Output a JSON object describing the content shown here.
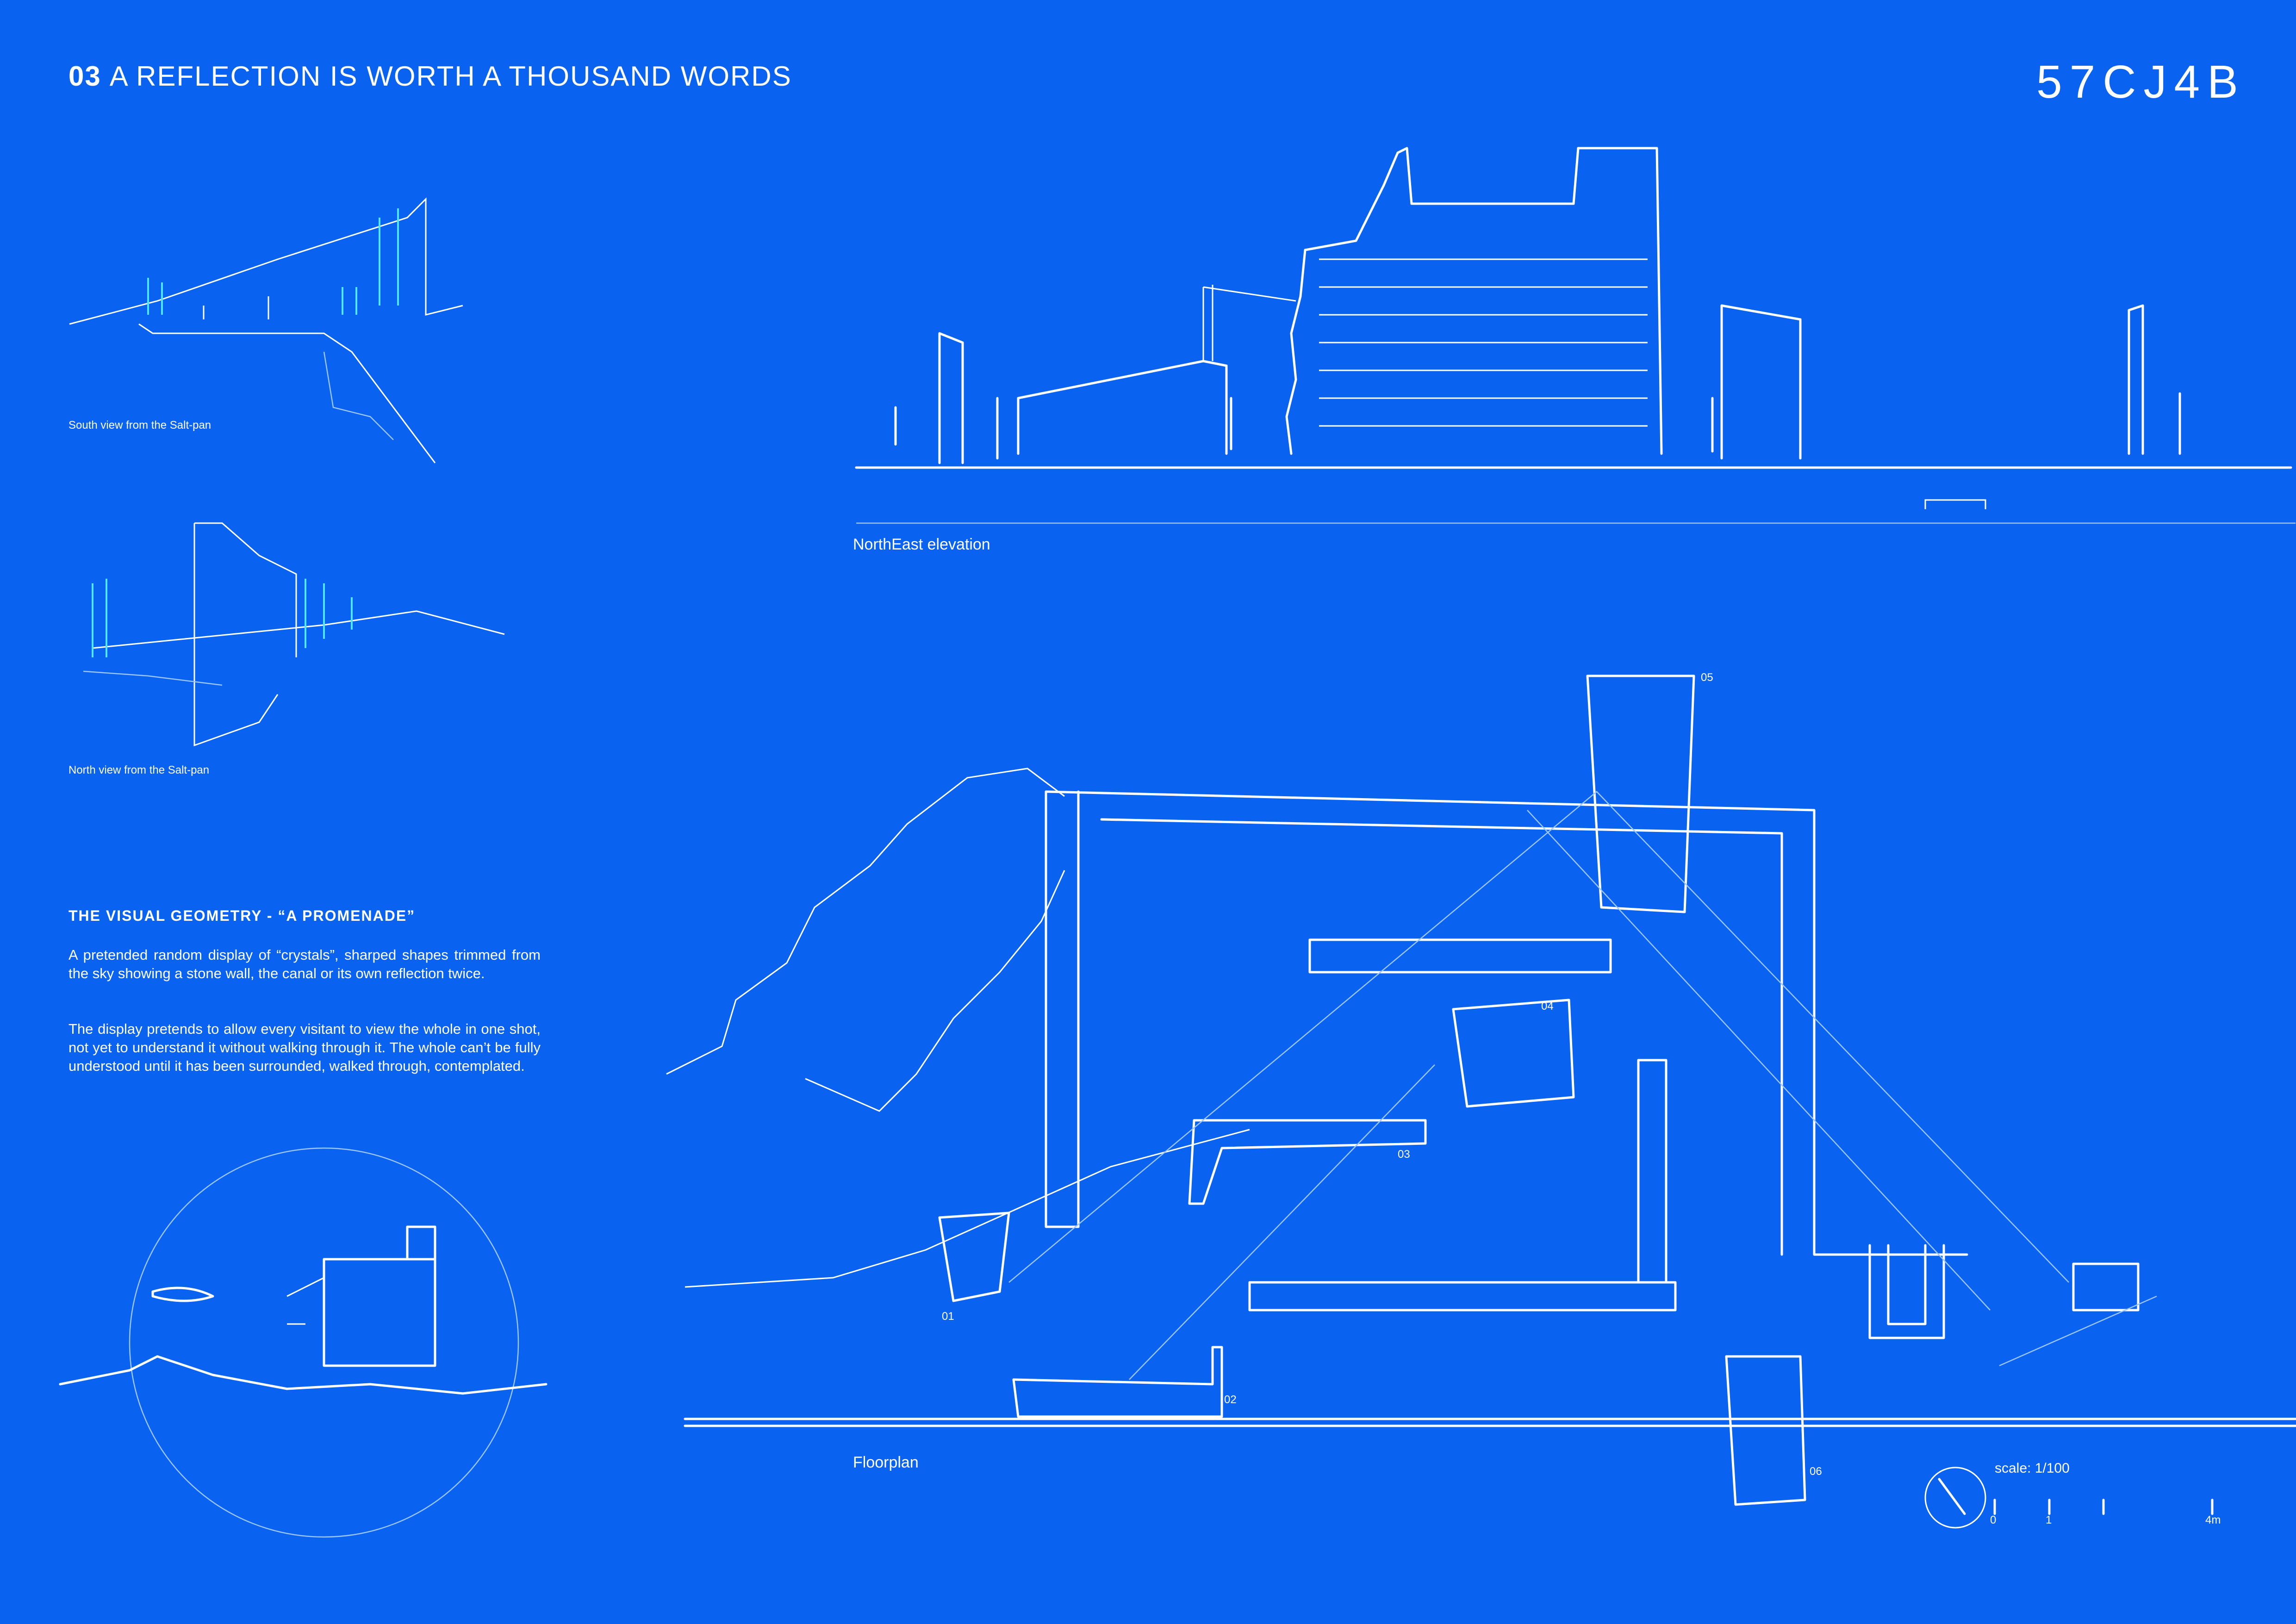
{
  "header": {
    "number": "03",
    "title": "A REFLECTION IS WORTH A THOUSAND WORDS",
    "code": "57CJ4B"
  },
  "sketches": {
    "south_caption": "South view from the Salt-pan",
    "north_caption": "North view from the Salt-pan"
  },
  "elevation": {
    "caption": "NorthEast elevation"
  },
  "floorplan": {
    "caption": "Floorplan",
    "labels": [
      "01",
      "02",
      "03",
      "04",
      "05",
      "06"
    ]
  },
  "text": {
    "heading": "THE VISUAL GEOMETRY - “A PROMENADE”",
    "para1": "A pretended random display of “crystals”, sharped shapes trimmed from the sky showing a stone wall, the canal or its own reflection twice.",
    "para2": "The display pretends to allow every visitant to view the whole in one shot, not yet to understand it without walking through it. The whole can’t be fully understood until it has been surrounded, walked through, contemplated."
  },
  "scale": {
    "label": "scale: 1/100",
    "ticks": [
      "0",
      "1",
      "4m"
    ]
  },
  "colors": {
    "background": "#0a63f0",
    "ink": "#ffffff",
    "accent": "#4fe6ff"
  },
  "icons": [
    "north-arrow-icon",
    "scale-bar-icon"
  ]
}
